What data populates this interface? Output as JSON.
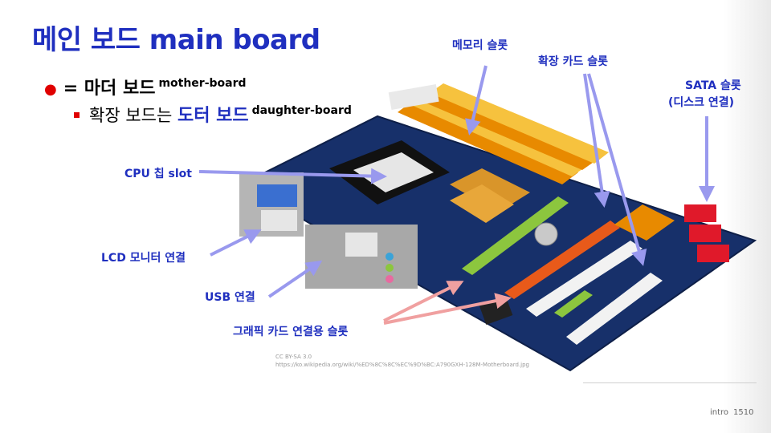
{
  "title": "메인 보드 main board",
  "bullets": {
    "level1": {
      "text": "= 마더 보드",
      "sup": "mother-board"
    },
    "level2": {
      "prefix": "확장 보드는 ",
      "highlight": "도터 보드",
      "sup": "daughter-board"
    }
  },
  "labels": {
    "memory_slot": "메모리 슬롯",
    "expansion_slot": "확장 카드 슬롯",
    "sata_slot": "SATA 슬롯",
    "sata_sub": "(디스크 연결)",
    "cpu_slot": "CPU 칩 slot",
    "lcd": "LCD 모니터 연결",
    "usb": "USB 연결",
    "graphic_slot": "그래픽 카드 연결용 슬롯"
  },
  "credit": {
    "license": "CC BY-SA 3.0",
    "url": "https://ko.wikipedia.org/wiki/%ED%8C%8C%EC%9D%BC:A790GXH-128M-Motherboard.jpg"
  },
  "footer": {
    "section": "intro",
    "page": "1510"
  },
  "colors": {
    "title": "#1f2fbf",
    "bullet": "#e00000",
    "arrow_blue": "#9999ee",
    "arrow_pink": "#f0a0a0"
  }
}
